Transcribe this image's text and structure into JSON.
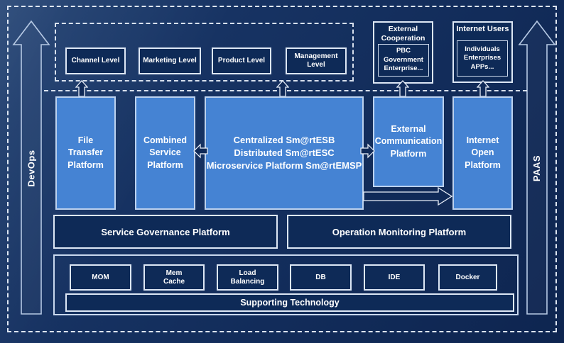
{
  "rails": {
    "left": "DevOps",
    "right": "PAAS"
  },
  "levels": {
    "items": [
      "Channel Level",
      "Marketing Level",
      "Product Level",
      "Management Level"
    ]
  },
  "external_cooperation": {
    "title": "External\nCooperation",
    "inner": "PBC Government\nEnterprise..."
  },
  "internet_users": {
    "title": "Internet Users",
    "inner": "Individuals\nEnterprises\nAPPs..."
  },
  "platforms": {
    "file_transfer": "File\nTransfer\nPlatform",
    "combined_service": "Combined\nService\nPlatform",
    "esb": "Centralized Sm@rtESB\nDistributed Sm@rtESC\nMicroservice Platform Sm@rtEMSP",
    "external_communication": "External\nCommunication\nPlatform",
    "internet_open": "Internet\nOpen\nPlatform"
  },
  "governance": {
    "service": "Service Governance Platform",
    "operation": "Operation Monitoring Platform"
  },
  "supporting": {
    "items": [
      "MOM",
      "Mem\nCache",
      "Load\nBalancing",
      "DB",
      "IDE",
      "Docker"
    ],
    "bar": "Supporting Technology"
  },
  "colors": {
    "background": "#132e5f",
    "platform_blue": "#4583d3",
    "line_white": "#e8eef8"
  }
}
